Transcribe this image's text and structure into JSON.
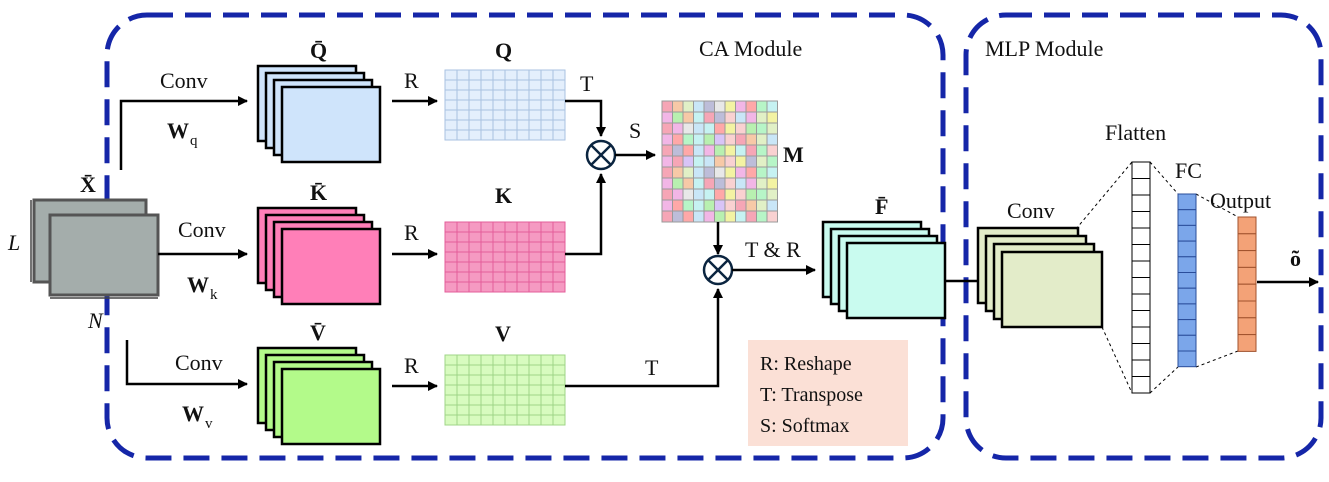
{
  "modules": {
    "ca_title": "CA Module",
    "mlp_title": "MLP Module"
  },
  "input": {
    "label": "X̄",
    "dim_l": "L",
    "dim_n": "N"
  },
  "branches": {
    "q": {
      "conv": "Conv",
      "weight": "W",
      "weight_sub": "q",
      "feature": "Q̄",
      "reshape": "R",
      "matrix": "Q",
      "transpose": "T"
    },
    "k": {
      "conv": "Conv",
      "weight": "W",
      "weight_sub": "k",
      "feature": "K̄",
      "reshape": "R",
      "matrix": "K"
    },
    "v": {
      "conv": "Conv",
      "weight": "W",
      "weight_sub": "v",
      "feature": "V̄",
      "reshape": "R",
      "matrix": "V",
      "transpose": "T"
    }
  },
  "attention": {
    "softmax": "S",
    "matrix": "M",
    "tr_label": "T & R",
    "output": "F̄"
  },
  "legend": {
    "r": "R: Reshape",
    "t": "T: Transpose",
    "s": "S: Softmax"
  },
  "mlp": {
    "conv": "Conv",
    "flatten": "Flatten",
    "fc": "FC",
    "output": "Output",
    "result": "õ"
  },
  "colors": {
    "module_border": "#1526a8",
    "q_fill": "#cfe4fb",
    "k_fill": "#ff7fb8",
    "v_fill": "#b3fa8a",
    "f_fill": "#c9fbef",
    "mlp_conv_fill": "#e3ecc9",
    "input_fill": "#a4adab",
    "legend_bg": "#fbe0d6",
    "fc_fill": "#7ba6ea",
    "output_fill": "#f3a277"
  }
}
